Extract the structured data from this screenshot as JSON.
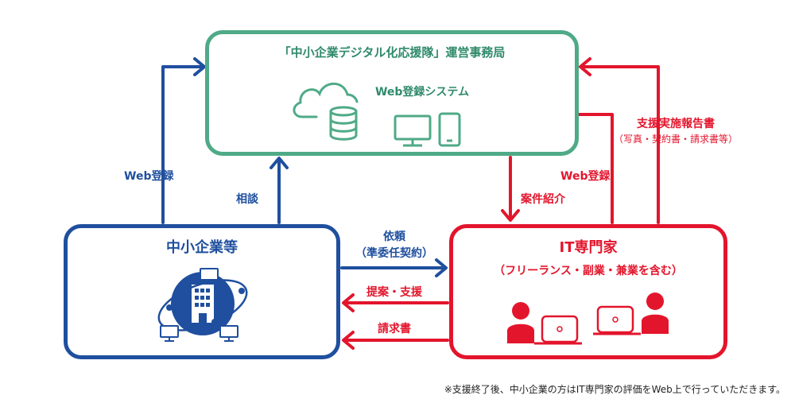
{
  "office": {
    "title": "「中小企業デジタル化応援隊」運営事務局",
    "system": "Web登録システム"
  },
  "sme": {
    "title": "中小企業等"
  },
  "itpro": {
    "title": "IT専門家",
    "subtitle": "（フリーランス・副業・兼業を含む）"
  },
  "arrows": {
    "web_register_sme": "Web登録",
    "consult": "相談",
    "request": "依頼",
    "request_sub": "（準委任契約）",
    "proposal_support": "提案・支援",
    "invoice": "請求書",
    "case_intro": "案件紹介",
    "web_register_it": "Web登録",
    "report": "支援実施報告書",
    "report_sub": "（写真・契約書・請求書等）"
  },
  "footnote": "※支援終了後、中小企業の方はIT専門家の評価をWeb上で行っていただきます。",
  "colors": {
    "office": "#4faa87",
    "sme": "#1f4f9e",
    "itpro": "#e3152c"
  }
}
